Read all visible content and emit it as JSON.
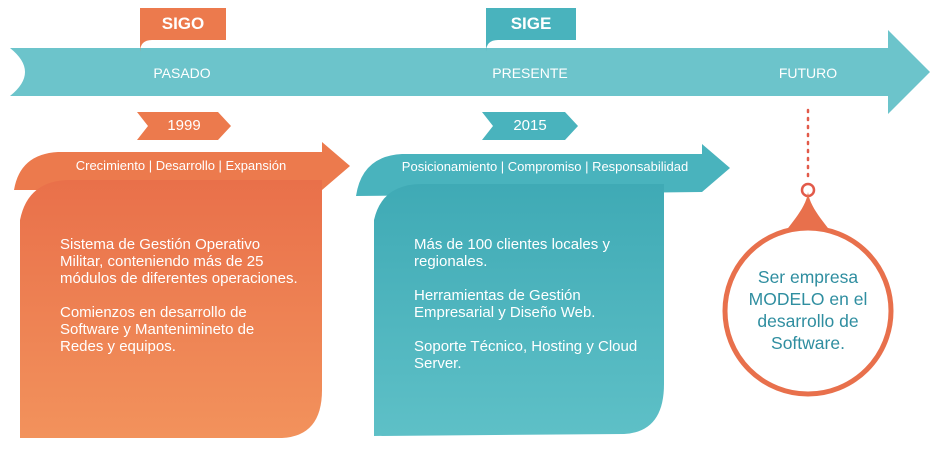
{
  "colors": {
    "orange": "#ec7a4d",
    "teal": "#49b3bd",
    "arrow": "#6cc4cb",
    "dot": "#e25a4a"
  },
  "timeline": {
    "past": {
      "tag": "SIGO",
      "era": "PASADO",
      "year": "1999",
      "values": "Crecimiento | Desarrollo | Expansión",
      "items": [
        "Sistema de Gestión Operativo Militar, conteniendo más de 25 módulos de diferentes operaciones.",
        "Comienzos en desarrollo de Software y Mantenimineto de Redes y equipos."
      ]
    },
    "present": {
      "tag": "SIGE",
      "era": "PRESENTE",
      "year": "2015",
      "values": "Posicionamiento | Compromiso | Responsabilidad",
      "items": [
        "Más de 100 clientes locales y regionales.",
        "Herramientas de Gestión Empresarial y Diseño Web.",
        "Soporte Técnico, Hosting y Cloud Server."
      ]
    },
    "future": {
      "era": "FUTURO",
      "goal": "Ser empresa MODELO en el desarrollo de Software."
    }
  }
}
